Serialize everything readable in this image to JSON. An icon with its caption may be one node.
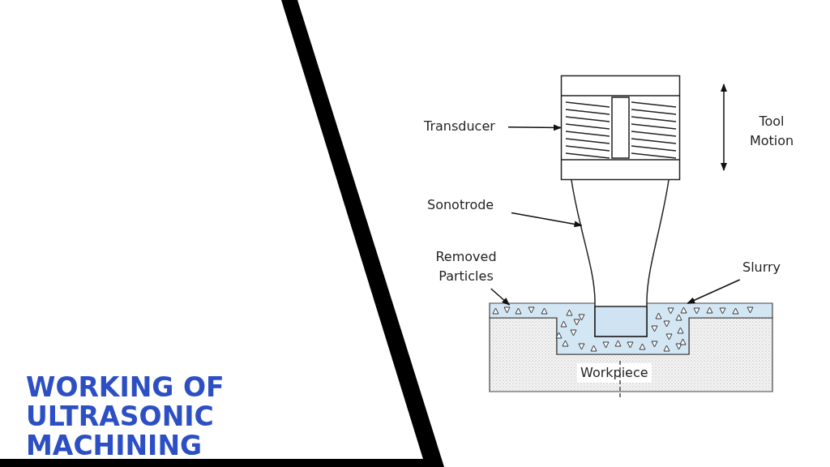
{
  "diagram": {
    "title": "WORKING OF ULTRASONIC MACHINING",
    "nodes": [
      {
        "text": [
          "Transducer"
        ]
      },
      {
        "text": [],
        "shape": "picture"
      },
      {
        "text": [
          "Sonotrode"
        ]
      },
      {
        "text": [],
        "shape": "picture"
      },
      {
        "text": [
          "Removed Particles"
        ]
      },
      {
        "text": [
          "Slurry"
        ]
      },
      {
        "text": [],
        "shape": "picture"
      },
      {
        "text": [],
        "shape": "picture",
        "in": 6
      },
      {
        "text": [
          "Workpiece"
        ]
      }
    ],
    "edges": [
      {
        "from": 0,
        "to": 1,
        "arrow": "to"
      },
      {
        "from": 2,
        "to": 3,
        "arrow": "to"
      },
      {
        "from": 4,
        "to": 7,
        "arrow": "to"
      },
      {
        "from": 5,
        "to": 6,
        "arrow": "to"
      }
    ],
    "labels": [
      "Tool Motion"
    ]
  }
}
